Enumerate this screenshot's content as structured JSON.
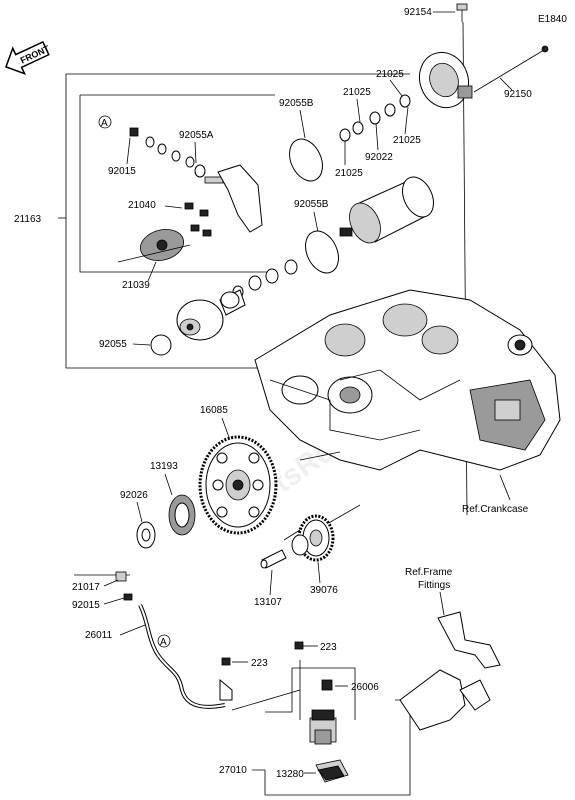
{
  "diagram_id": "E1840",
  "front_label": "FRONT",
  "watermark": "PartsRepublik",
  "ref_crankcase": "Ref.Crankcase",
  "ref_frame_fittings_line1": "Ref.Frame",
  "ref_frame_fittings_line2": "Fittings",
  "callout_a_1": "A",
  "callout_a_2": "A",
  "labels": {
    "p92154": "92154",
    "p92150": "92150",
    "p21025_a": "21025",
    "p21025_b": "21025",
    "p21025_c": "21025",
    "p21025_d": "21025",
    "p92022": "92022",
    "p92055b_a": "92055B",
    "p92055b_b": "92055B",
    "p92055a": "92055A",
    "p92015_a": "92015",
    "p92015_b": "92015",
    "p21163": "21163",
    "p21040": "21040",
    "p21039": "21039",
    "p92055": "92055",
    "p16085": "16085",
    "p13193": "13193",
    "p92026": "92026",
    "p13107": "13107",
    "p39076": "39076",
    "p21017": "21017",
    "p26011": "26011",
    "p223_a": "223",
    "p223_b": "223",
    "p26006": "26006",
    "p27010": "27010",
    "p13280": "13280"
  }
}
